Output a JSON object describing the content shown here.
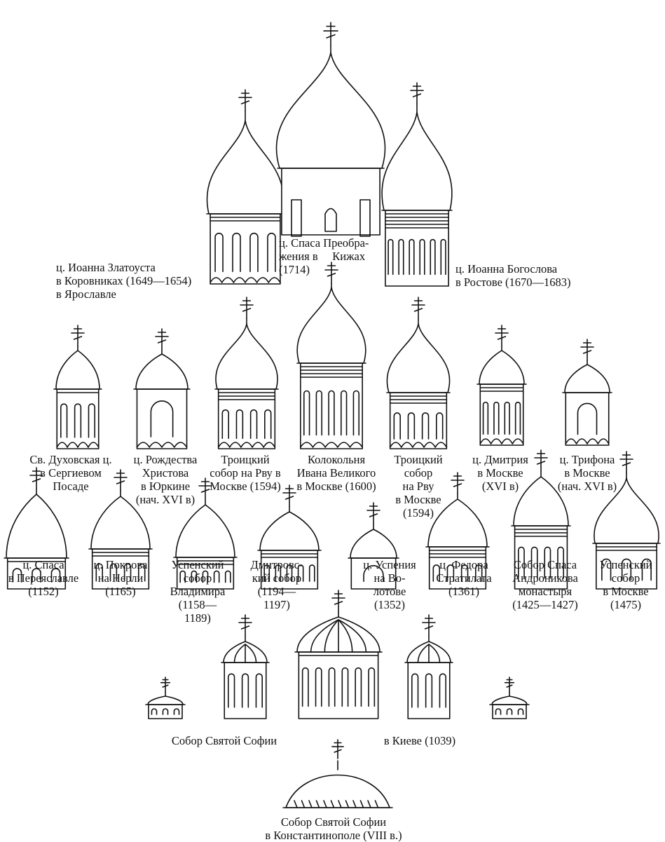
{
  "labels": {
    "zlatoust": "ц. Иоанна Златоуста\nв Коровниках (1649—1654)\nв Ярославле",
    "kizhi": "ц. Спаса Преобра-\nжения в     Кижах\n(1714)",
    "bogoslov": "ц. Иоанна Богослова\nв Ростове (1670—1683)",
    "dukhovskaya": "Св. Духовская ц.\nв Сергиевом\nПосаде",
    "rozhdestvo": "ц. Рождества\nХристова\nв Юркине\n(нач. XVI в)",
    "troitsky1": "Троицкий\nсобор на Рву в\nМоскве (1594)",
    "kolokolnya": "Колокольня\nИвана Великого\nв Москве (1600)",
    "troitsky2": "Троицкий\nсобор\nна Рву\nв Москве\n(1594)",
    "dmitry": "ц. Дмитрия\nв Москве\n(XVI в)",
    "trifon": "ц. Трифона\nв Москве\n(нач. XVI в)",
    "spas_pereyaslavl": "ц. Спаса\nв Переяславле\n(1152)",
    "pokrov": "ц. Покрова\nна Нерли\n(1165)",
    "uspensky_vlad": "Успенский\nсобор\nВладимира\n(1158—\n1189)",
    "dmitrovsky": "Дмитровс-\nкий собор\n(1194—\n1197)",
    "uspenie_volotovo": "ц. Успения\nна Во-\nлотове\n(1352)",
    "fedor": "ц. Федора\nСтратилата\n(1361)",
    "andronikov": "Собор Спаса\nАндроникова\nмонастыря\n(1425—1427)",
    "uspensky_moscow": "Успенский\nсобор\nв Москве\n(1475)",
    "sofia_kiev_left": "Собор Святой Софии",
    "sofia_kiev_right": "в Киеве (1039)",
    "sofia_const": "Собор Святой Софии\nв Константинополе (VIII в.)"
  }
}
